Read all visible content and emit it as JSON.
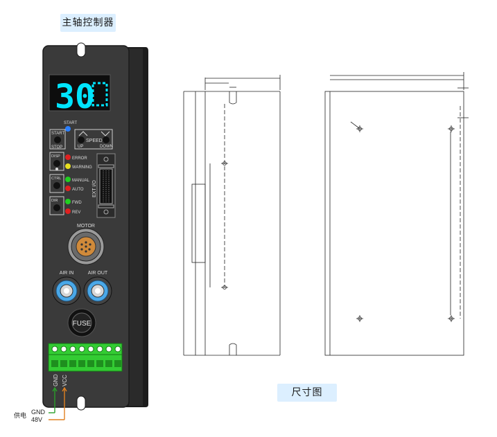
{
  "header": {
    "title": "主轴控制器"
  },
  "footer": {
    "caption": "尺寸图"
  },
  "display": {
    "value": "30",
    "color": "#00e5ff"
  },
  "panel": {
    "start_indicator": "START",
    "start_stop_button": {
      "top": "START",
      "bottom": "STOP"
    },
    "speed": {
      "label": "SPEED",
      "up": "UP",
      "down": "DOWN"
    },
    "disp_button": "DISP",
    "ctrl_button": "CTRL",
    "dir_button": "DIR",
    "leds": [
      {
        "label": "ERROR",
        "color": "#e02020"
      },
      {
        "label": "WARNING",
        "color": "#e8e020"
      },
      {
        "label": "MANUAL",
        "color": "#20d020"
      },
      {
        "label": "AUTO",
        "color": "#e02020"
      },
      {
        "label": "FWD",
        "color": "#20d020"
      },
      {
        "label": "REV",
        "color": "#e02020"
      }
    ],
    "ext_io": "EXT I/O",
    "motor": "MOTOR",
    "air_in": "AIR IN",
    "air_out": "AIR OUT",
    "fuse": "FUSE",
    "terminal_gnd": "GND",
    "terminal_vcc": "VCC"
  },
  "power": {
    "label": "供电",
    "gnd": "GND",
    "v48": "48V",
    "gnd_wire_color": "#2aa02a",
    "v48_wire_color": "#e08020"
  },
  "colors": {
    "housing": "#3a3a3a",
    "housing_side": "#222222",
    "terminal": "#33cc33"
  }
}
